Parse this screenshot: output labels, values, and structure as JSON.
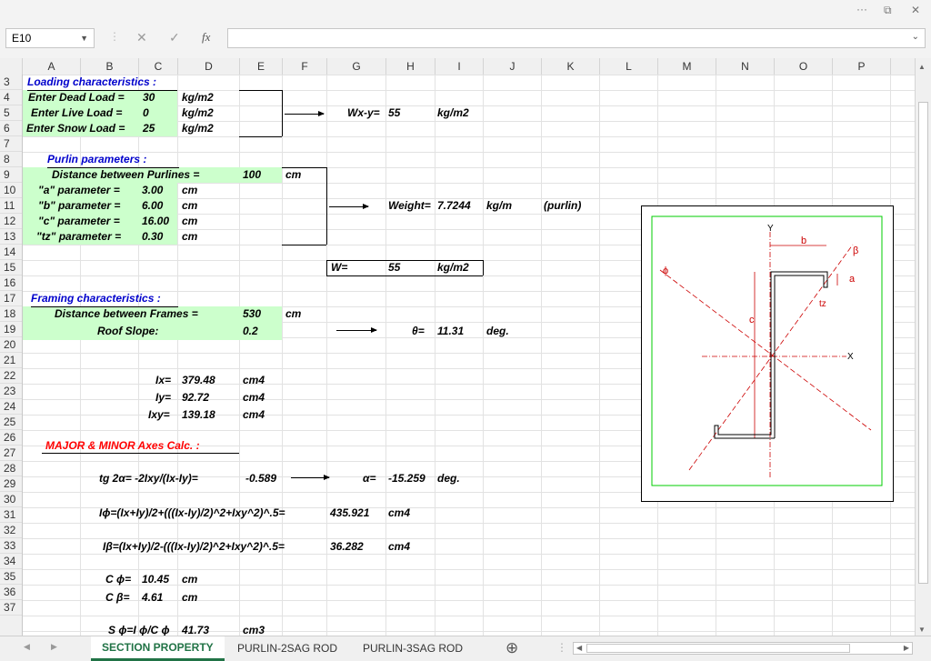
{
  "window": {
    "more_label": "···",
    "restore_label": "⧉",
    "close_label": "✕"
  },
  "formula_bar": {
    "name_box": "E10",
    "cancel_label": "✕",
    "enter_label": "✓",
    "fx_label": "fx",
    "formula": ""
  },
  "columns": [
    "A",
    "B",
    "C",
    "D",
    "E",
    "F",
    "G",
    "H",
    "I",
    "J",
    "K",
    "L",
    "M",
    "N",
    "O",
    "P"
  ],
  "rows": [
    "3",
    "4",
    "5",
    "6",
    "7",
    "8",
    "9",
    "10",
    "11",
    "12",
    "13",
    "14",
    "15",
    "16",
    "17",
    "18",
    "19",
    "20",
    "21",
    "22",
    "23",
    "24",
    "25",
    "26",
    "27",
    "28",
    "29",
    "30",
    "31",
    "32",
    "33",
    "34",
    "35",
    "36",
    "37"
  ],
  "cells": {
    "loading_title": "Loading characteristics :",
    "dead_label": "Enter Dead Load =",
    "dead_value": "30",
    "dead_unit": "kg/m2",
    "live_label": "Enter Live Load =",
    "live_value": "0",
    "live_unit": "kg/m2",
    "snow_label": "Enter Snow Load =",
    "snow_value": "25",
    "snow_unit": "kg/m2",
    "wxy_label": "Wx-y=",
    "wxy_value": "55",
    "wxy_unit": "kg/m2",
    "purlin_title": "Purlin parameters :",
    "dist_purlins_label": "Distance between Purlines =",
    "dist_purlins_value": "100",
    "dist_purlins_unit": "cm",
    "a_label": "\"a\" parameter =",
    "a_value": "3.00",
    "a_unit": "cm",
    "b_label": "\"b\" parameter =",
    "b_value": "6.00",
    "b_unit": "cm",
    "c_label": "\"c\" parameter =",
    "c_value": "16.00",
    "c_unit": "cm",
    "tz_label": "\"tz\" parameter =",
    "tz_value": "0.30",
    "tz_unit": "cm",
    "weight_label": "Weight=",
    "weight_value": "7.7244",
    "weight_unit": "kg/m",
    "weight_note": "(purlin)",
    "w_label": "W=",
    "w_value": "55",
    "w_unit": "kg/m2",
    "framing_title": "Framing characteristics :",
    "dist_frames_label": "Distance between Frames =",
    "dist_frames_value": "530",
    "dist_frames_unit": "cm",
    "slope_label": "Roof Slope:",
    "slope_value": "0.2",
    "theta_label": "θ=",
    "theta_value": "11.31",
    "theta_unit": "deg.",
    "ix_label": "Ix=",
    "ix_value": "379.48",
    "ix_unit": "cm4",
    "iy_label": "Iy=",
    "iy_value": "92.72",
    "iy_unit": "cm4",
    "ixy_label": "Ixy=",
    "ixy_value": "139.18",
    "ixy_unit": "cm4",
    "axes_title": "MAJOR & MINOR Axes Calc.  :",
    "tg_label": "tg 2α= -2Ixy/(Ix-Iy)=",
    "tg_value": "-0.589",
    "alpha_label": "α=",
    "alpha_value": "-15.259",
    "alpha_unit": "deg.",
    "iphi_label": "Iϕ=(Ix+Iy)/2+(((Ix-Iy)/2)^2+Ixy^2)^.5=",
    "iphi_value": "435.921",
    "iphi_unit": "cm4",
    "ibeta_label": "Iβ=(Ix+Iy)/2-(((Ix-Iy)/2)^2+Ixy^2)^.5=",
    "ibeta_value": "36.282",
    "ibeta_unit": "cm4",
    "cphi_label": "C ϕ=",
    "cphi_value": "10.45",
    "cphi_unit": "cm",
    "cbeta_label": "C β=",
    "cbeta_value": "4.61",
    "cbeta_unit": "cm",
    "sphi_label": "S ϕ=I ϕ/C ϕ",
    "sphi_value": "41.73",
    "sphi_unit": "cm3"
  },
  "drawing": {
    "y_label": "Y",
    "x_label": "X",
    "b_label": "b",
    "a_label": "a",
    "c_label": "c",
    "tz_label": "tz",
    "phi_label": "ϕ",
    "beta_label": "β",
    "line_color": "#cc0000",
    "frame_color": "#00cc00"
  },
  "tabs": [
    {
      "label": "SECTION PROPERTY",
      "active": true
    },
    {
      "label": "PURLIN-2SAG ROD",
      "active": false
    },
    {
      "label": "PURLIN-3SAG ROD",
      "active": false
    }
  ],
  "add_sheet_label": "⊕"
}
